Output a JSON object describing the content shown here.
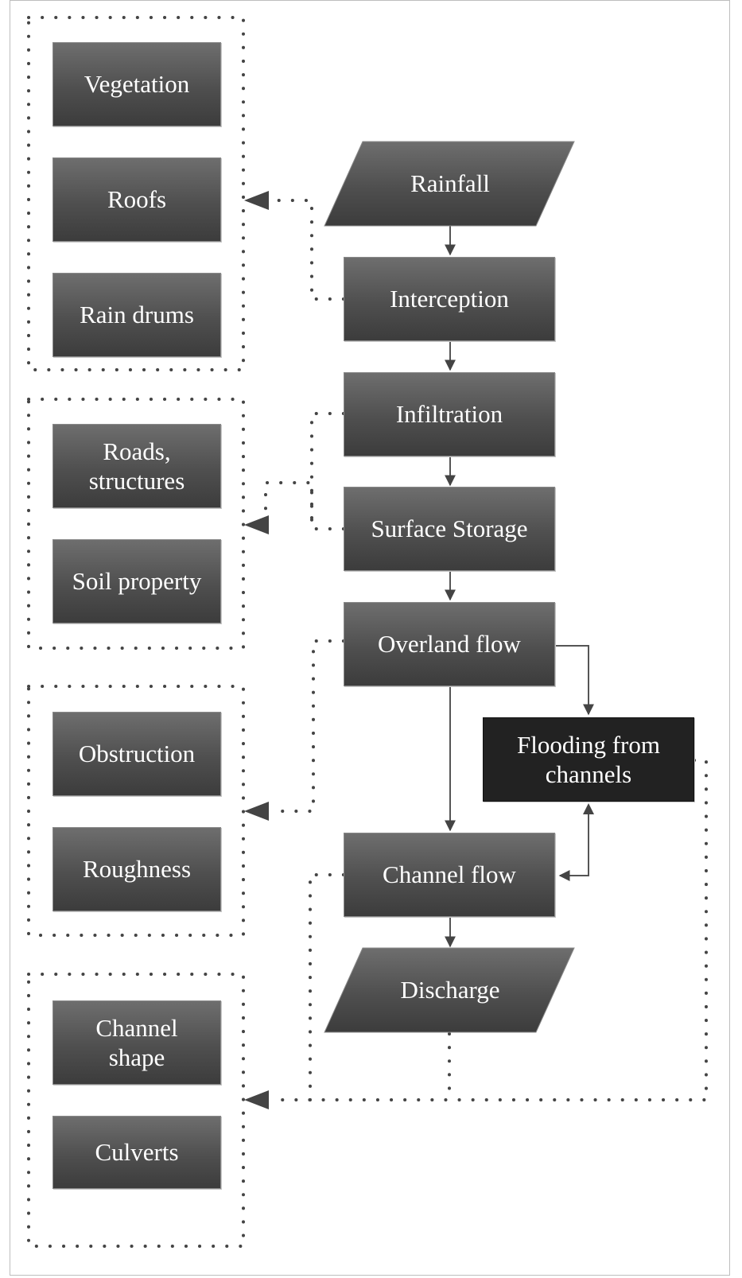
{
  "colors": {
    "box_fill": "#555555",
    "highlight_fill": "#222222",
    "text": "#ffffff",
    "connector": "#444444"
  },
  "factor_groups": [
    {
      "items": [
        "Vegetation",
        "Roofs",
        "Rain drums"
      ]
    },
    {
      "items": [
        "Roads,\nstructures",
        "Soil property"
      ]
    },
    {
      "items": [
        "Obstruction",
        "Roughness"
      ]
    },
    {
      "items": [
        "Channel\nshape",
        "Culverts"
      ]
    }
  ],
  "process": {
    "rainfall": "Rainfall",
    "interception": "Interception",
    "infiltration": "Infiltration",
    "surface_storage": "Surface Storage",
    "overland_flow": "Overland flow",
    "flooding_from_channels": "Flooding from\nchannels",
    "channel_flow": "Channel flow",
    "discharge": "Discharge"
  }
}
